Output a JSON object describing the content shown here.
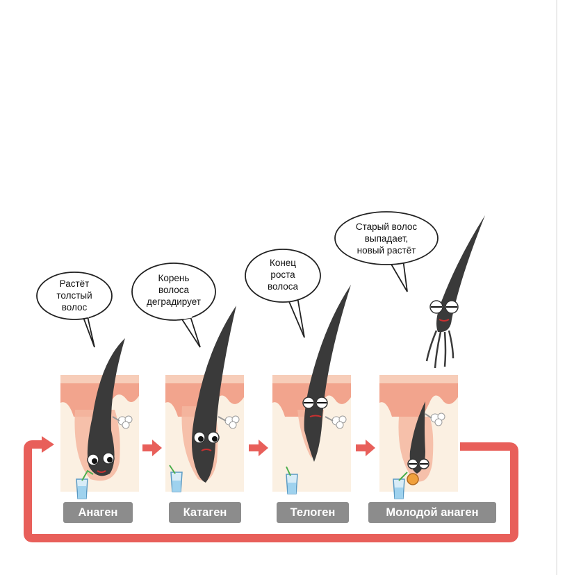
{
  "stages": [
    {
      "label": "Анаген",
      "bubble": [
        "Растёт",
        "толстый",
        "волос"
      ]
    },
    {
      "label": "Катаген",
      "bubble": [
        "Корень",
        "волоса",
        "деградирует"
      ]
    },
    {
      "label": "Телоген",
      "bubble": [
        "Конец",
        "роста",
        "волоса"
      ]
    },
    {
      "label": "Молодой анаген",
      "bubble": [
        "Старый волос",
        "выпадает,",
        "новый растёт"
      ]
    }
  ],
  "colors": {
    "cycle_arrow": "#e85f5a",
    "skin_surface": "#f1aa92",
    "skin_inner": "#fae8d6",
    "hair": "#3a3a3a",
    "label_bg": "#8c8c8c"
  }
}
